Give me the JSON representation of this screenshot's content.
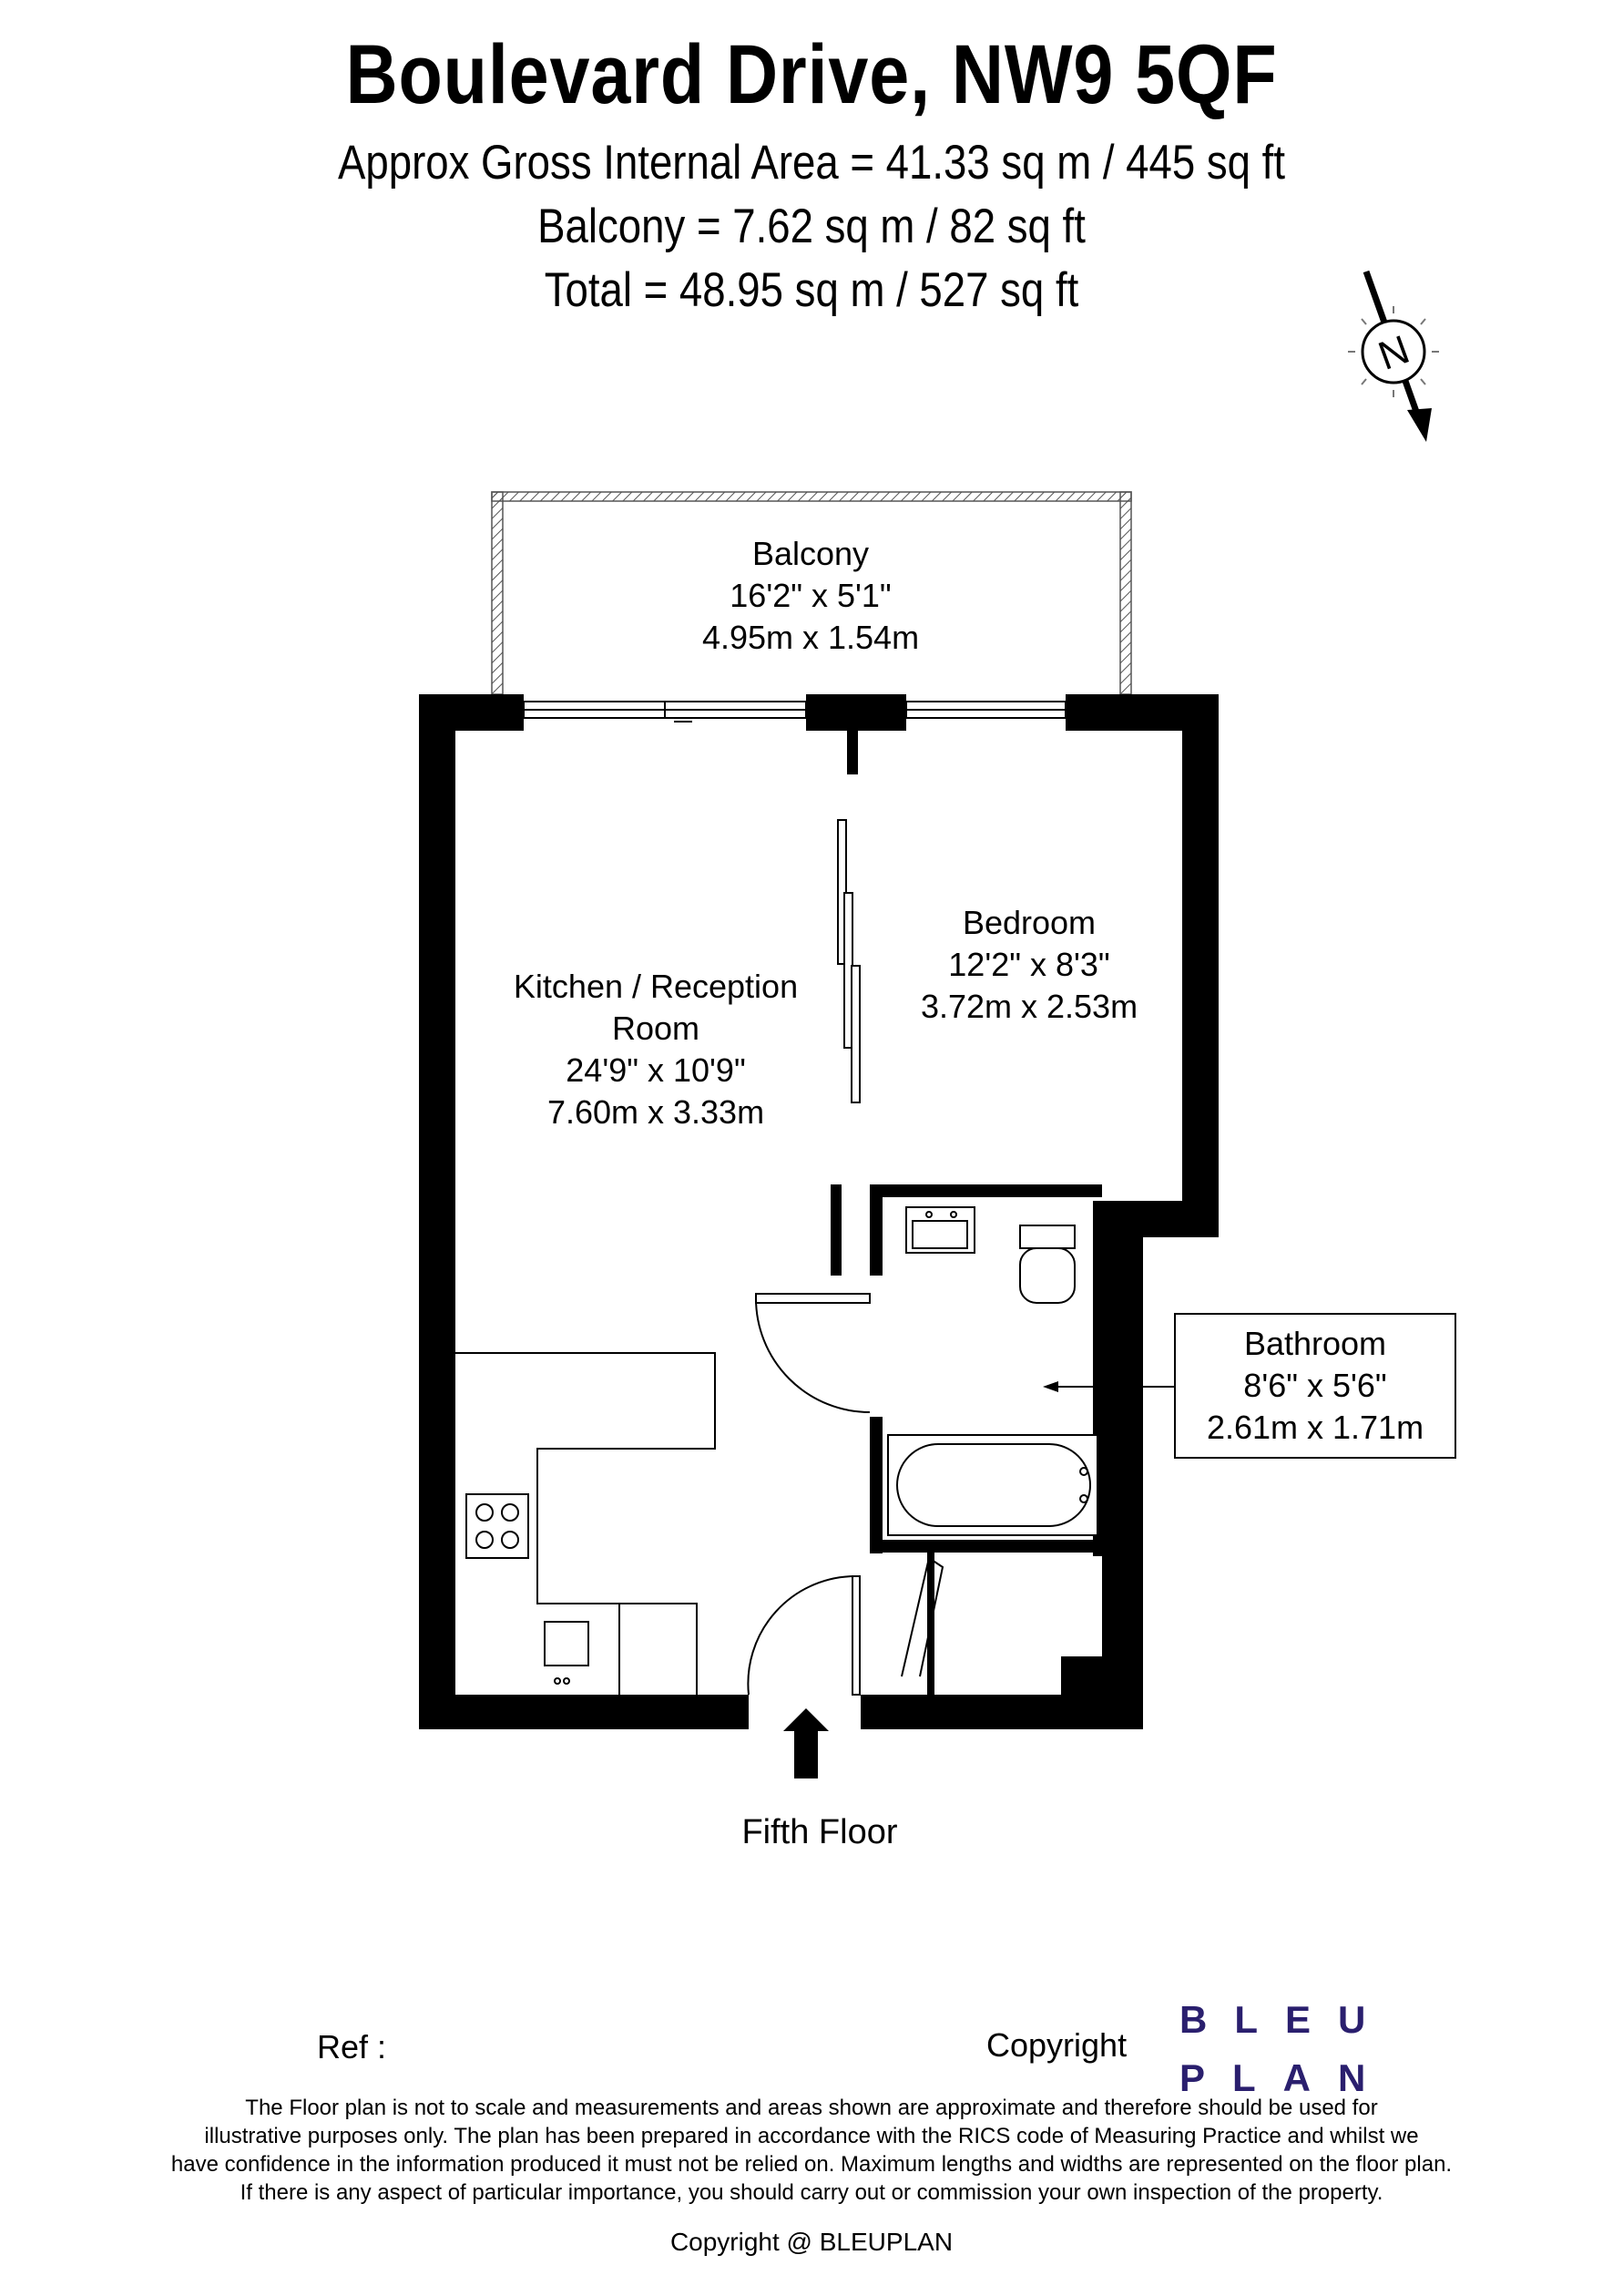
{
  "header": {
    "title": "Boulevard Drive, NW9 5QF",
    "area_lines": [
      "Approx Gross Internal Area = 41.33 sq m / 445 sq ft",
      "Balcony = 7.62 sq m / 82 sq ft",
      "Total = 48.95 sq m / 527 sq ft"
    ]
  },
  "compass": {
    "letter": "N",
    "icon": "north-arrow-icon"
  },
  "rooms": {
    "balcony": {
      "name": "Balcony",
      "imperial": "16'2\" x 5'1\"",
      "metric": "4.95m x 1.54m"
    },
    "bedroom": {
      "name": "Bedroom",
      "imperial": "12'2\" x 8'3\"",
      "metric": "3.72m x 2.53m"
    },
    "kitchen": {
      "name_line1": "Kitchen / Reception",
      "name_line2": "Room",
      "imperial": "24'9\" x 10'9\"",
      "metric": "7.60m x 3.33m"
    },
    "bathroom": {
      "name": "Bathroom",
      "imperial": "8'6\" x  5'6\"",
      "metric": "2.61m x 1.71m"
    }
  },
  "floor_label": "Fifth Floor",
  "footer": {
    "ref_label": "Ref  :",
    "copyright_label": "Copyright",
    "logo_line1": "BLEU",
    "logo_line2": "PLAN",
    "logo_color": "#2a1f6e",
    "disclaimer_lines": [
      "The Floor plan is not to scale and measurements and areas shown are approximate and therefore should be used for",
      "illustrative purposes only. The plan has been prepared in accordance with the RICS code of Measuring Practice and whilst we",
      "have confidence in the information produced it must not be relied on. Maximum lengths and widths are represented on the floor plan.",
      "If there is any aspect of particular importance, you should carry out or commission your own inspection of the property."
    ],
    "copyright_line": "Copyright @ BLEUPLAN"
  }
}
